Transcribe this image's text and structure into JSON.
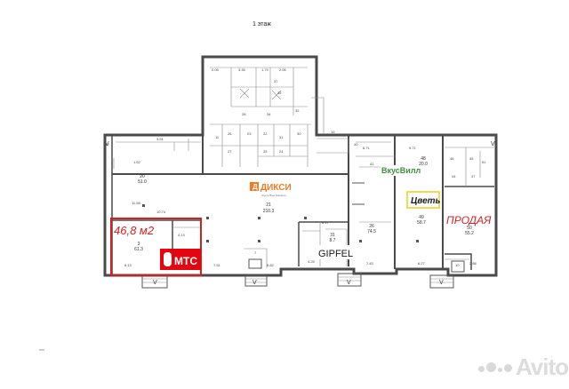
{
  "floor_label": "1 этаж",
  "rooms": {
    "main_store": {
      "number": "21",
      "area": "210.3"
    },
    "left_hall": {
      "number": "20",
      "area": "51.0"
    },
    "rented_unit": {
      "number": "3",
      "area": "61.3"
    },
    "vkusvill_unit": {
      "number": "48",
      "area": "20.0"
    },
    "tsvetnoy_unit": {
      "number": "49",
      "area": "58.7"
    },
    "mid_unit": {
      "number": "26",
      "area": "74.5"
    },
    "corner_unit": {
      "number": "50",
      "area": "55.2"
    },
    "small_unit": {
      "number": "31",
      "area": "8.7"
    }
  },
  "annotations": {
    "red_area": "46,8 м2",
    "sale_label": "ПРОДАЯ",
    "dixy_sub": "Здесь Ваш Магазин"
  },
  "brands": {
    "mts": "МТС",
    "dixy": "ДИКСИ",
    "vkusvill": "ВкусВилл",
    "tsvetnoy": "Цветь",
    "gipfel": "GIPFEL"
  },
  "entrance_marks": [
    "V",
    "V",
    "V",
    "V",
    "V",
    "V"
  ],
  "watermark": "Avito",
  "colors": {
    "red": "#d61f1f",
    "mts_red": "#e30611",
    "dixy_orange": "#f47b20",
    "vkusvill_green": "#3f8f3f",
    "tsvetnoy_yellow": "#e9d21a"
  }
}
